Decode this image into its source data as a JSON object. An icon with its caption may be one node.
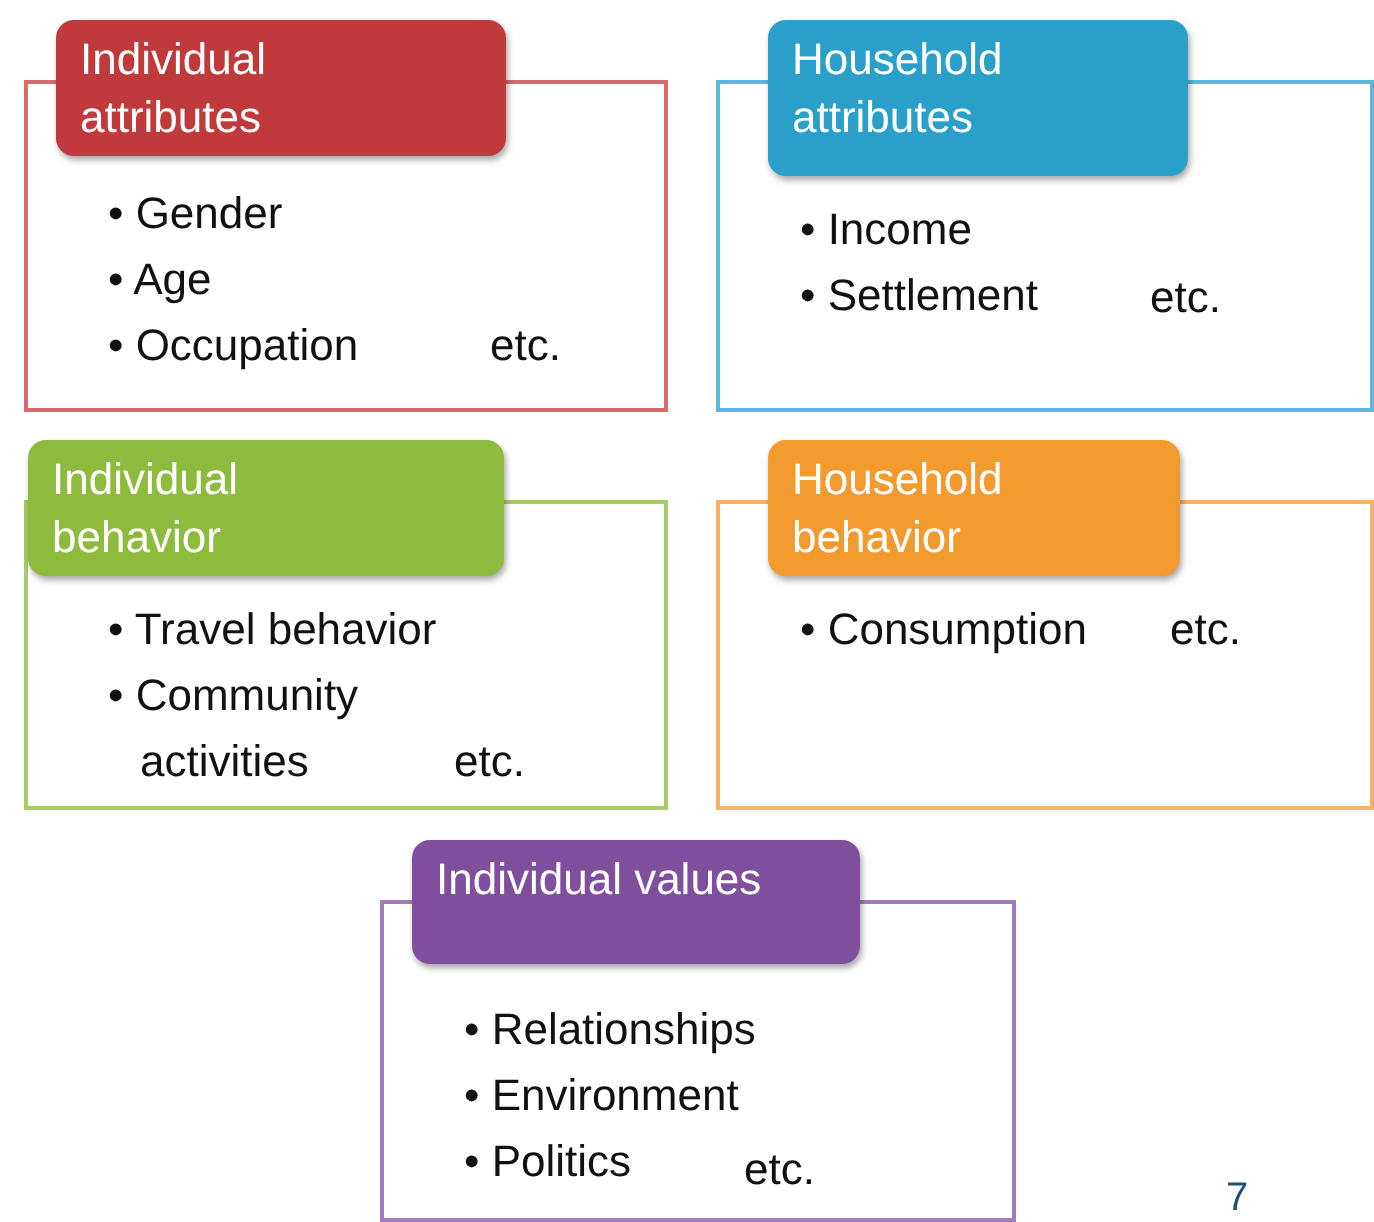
{
  "diagram": {
    "nodes": [
      {
        "text": [
          "Individual attributes",
          "• Gender",
          "• Age",
          "• Occupation",
          "etc."
        ]
      },
      {
        "text": [
          "Household attributes",
          "• Income",
          "• Settlement",
          "etc."
        ]
      },
      {
        "text": [
          "Individual behavior",
          "• Travel behavior",
          "• Community activities",
          "etc."
        ]
      },
      {
        "text": [
          "Household behavior",
          "• Consumption",
          "etc."
        ]
      },
      {
        "text": [
          "Individual values",
          "• Relationships",
          "• Environment",
          "• Politics",
          "etc."
        ]
      }
    ],
    "edges": [],
    "labels": [
      "7"
    ]
  }
}
